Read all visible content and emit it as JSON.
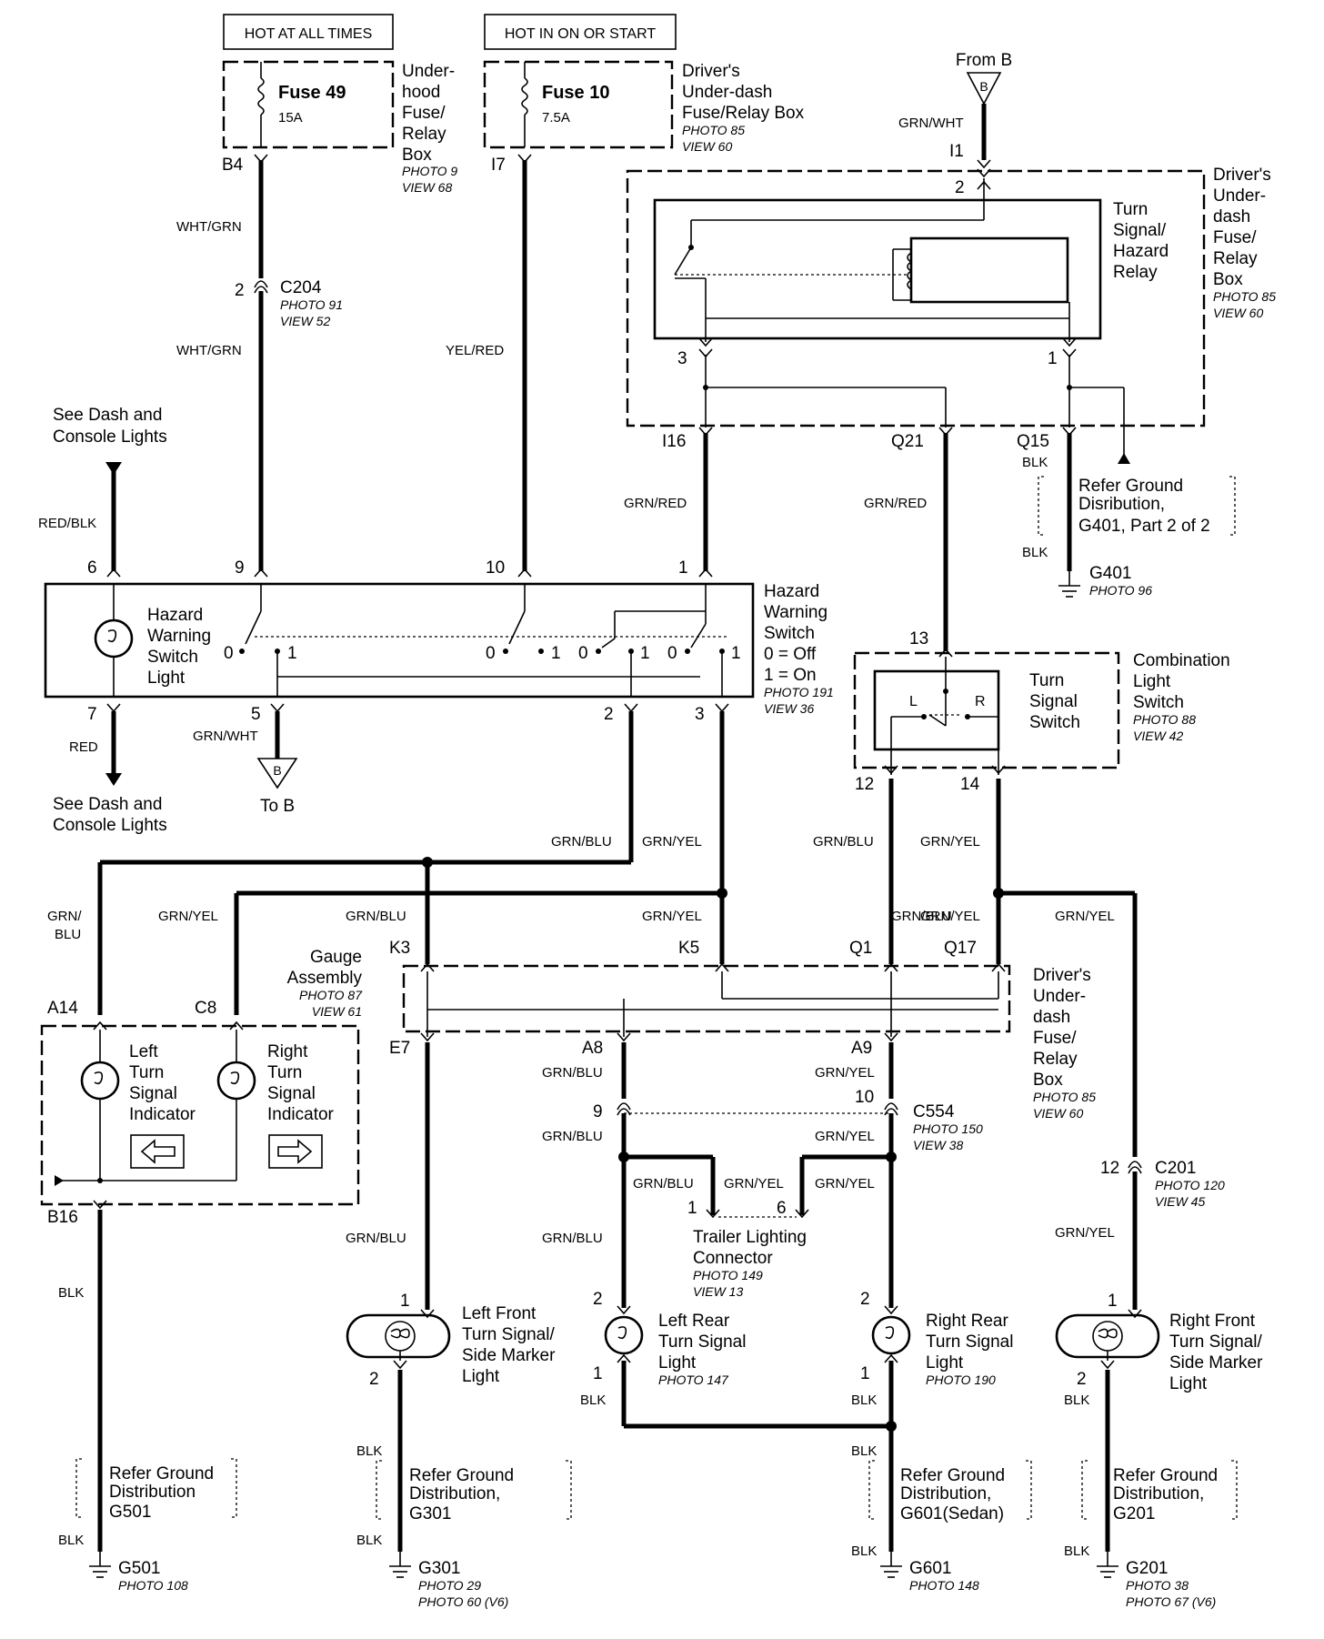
{
  "sources": {
    "hot_all_times": "HOT AT ALL TIMES",
    "hot_on_start": "HOT IN ON OR START",
    "from_b": "From B",
    "b_letter": "B",
    "to_b": "To B"
  },
  "fuse49": {
    "name": "Fuse  49",
    "rating": "15A",
    "pin": "B4",
    "box": [
      "Under-",
      "hood",
      "Fuse/",
      "Relay",
      "Box"
    ],
    "photo": "PHOTO 9",
    "view": "VIEW 68"
  },
  "fuse10": {
    "name": "Fuse 10",
    "rating": "7.5A",
    "pin": "I7",
    "box": [
      "Driver's",
      "Under-dash",
      "Fuse/Relay Box"
    ],
    "photo": "PHOTO 85",
    "view": "VIEW 60"
  },
  "c204": {
    "name": "C204",
    "pin": "2",
    "photo": "PHOTO 91",
    "view": "VIEW 52"
  },
  "relay_box": {
    "relay": [
      "Turn",
      "Signal/",
      "Hazard",
      "Relay"
    ],
    "box": [
      "Driver's",
      "Under-",
      "dash",
      "Fuse/",
      "Relay",
      "Box"
    ],
    "photo": "PHOTO 85",
    "view": "VIEW 60",
    "pins": {
      "i1": "I1",
      "p2": "2",
      "p3": "3",
      "p1": "1",
      "i16": "I16",
      "q21": "Q21",
      "q15": "Q15"
    }
  },
  "ground_refs": {
    "g401": [
      "Refer Ground",
      "Disribution,",
      "G401, Part 2 of 2"
    ],
    "g501": [
      "Refer Ground",
      "Distribution",
      "G501"
    ],
    "g301": [
      "Refer Ground",
      "Distribution,",
      "G301"
    ],
    "g601": [
      "Refer Ground",
      "Distribution,",
      "G601(Sedan)"
    ],
    "g201": [
      "Refer Ground",
      "Distribution,",
      "G201"
    ]
  },
  "grounds": {
    "g401": {
      "name": "G401",
      "photo": "PHOTO 96"
    },
    "g501": {
      "name": "G501",
      "photo": "PHOTO 108"
    },
    "g301": {
      "name": "G301",
      "photo": "PHOTO 29",
      "photo2": "PHOTO 60 (V6)"
    },
    "g601": {
      "name": "G601",
      "photo": "PHOTO 148"
    },
    "g201": {
      "name": "G201",
      "photo": "PHOTO 38",
      "photo2": "PHOTO 67 (V6)"
    }
  },
  "dash_lights": [
    "See Dash and",
    "Console Lights"
  ],
  "hazard_switch": {
    "light": [
      "Hazard",
      "Warning",
      "Switch",
      "Light"
    ],
    "name": [
      "Hazard",
      "Warning",
      "Switch"
    ],
    "legend": [
      "0 =  Off",
      "1 =  On"
    ],
    "photo": "PHOTO 191",
    "view": "VIEW 36",
    "pins": {
      "p6": "6",
      "p9": "9",
      "p10": "10",
      "p1": "1",
      "p7": "7",
      "p5": "5",
      "p2": "2",
      "p3": "3"
    },
    "pos0": "0",
    "pos1": "1"
  },
  "combo_switch": {
    "turn": [
      "Turn",
      "Signal",
      "Switch"
    ],
    "name": [
      "Combination",
      "Light",
      "Switch"
    ],
    "photo": "PHOTO 88",
    "view": "VIEW 42",
    "left": "L",
    "right": "R",
    "pins": {
      "p13": "13",
      "p12": "12",
      "p14": "14"
    }
  },
  "gauge": {
    "name": [
      "Gauge",
      "Assembly"
    ],
    "photo": "PHOTO 87",
    "view": "VIEW 61",
    "left": [
      "Left",
      "Turn",
      "Signal",
      "Indicator"
    ],
    "right": [
      "Right",
      "Turn",
      "Signal",
      "Indicator"
    ],
    "pins": {
      "a14": "A14",
      "c8": "C8",
      "b16": "B16"
    }
  },
  "underdash2": {
    "box": [
      "Driver's",
      "Under-",
      "dash",
      "Fuse/",
      "Relay",
      "Box"
    ],
    "photo": "PHOTO 85",
    "view": "VIEW 60",
    "pins": {
      "k3": "K3",
      "k5": "K5",
      "q1": "Q1",
      "q17": "Q17",
      "e7": "E7",
      "a8": "A8",
      "a9": "A9"
    }
  },
  "c554": {
    "name": "C554",
    "photo": "PHOTO 150",
    "view": "VIEW 38",
    "p9": "9",
    "p10": "10"
  },
  "c201": {
    "name": "C201",
    "photo": "PHOTO 120",
    "view": "VIEW 45",
    "pin": "12"
  },
  "trailer": {
    "name": [
      "Trailer Lighting",
      "Connector"
    ],
    "photo": "PHOTO 149",
    "view": "VIEW 13",
    "p1": "1",
    "p6": "6"
  },
  "lamps": {
    "left_front": {
      "name": [
        "Left Front",
        "Turn Signal/",
        "Side Marker",
        "Light"
      ],
      "p1": "1",
      "p2": "2"
    },
    "left_rear": {
      "name": [
        "Left Rear",
        "Turn Signal",
        "Light"
      ],
      "photo": "PHOTO 147",
      "p2": "2",
      "p1": "1"
    },
    "right_rear": {
      "name": [
        "Right Rear",
        "Turn Signal",
        "Light"
      ],
      "photo": "PHOTO 190",
      "p2": "2",
      "p1": "1"
    },
    "right_front": {
      "name": [
        "Right Front",
        "Turn Signal/",
        "Side Marker",
        "Light"
      ],
      "p1": "1",
      "p2": "2"
    }
  },
  "wires": {
    "wht_grn": "WHT/GRN",
    "yel_red": "YEL/RED",
    "grn_wht": "GRN/WHT",
    "grn_red": "GRN/RED",
    "blk": "BLK",
    "red_blk": "RED/BLK",
    "red": "RED",
    "grn_blu": "GRN/BLU",
    "grn_yel": "GRN/YEL",
    "grn_slash": "GRN/",
    "blu": "BLU"
  }
}
